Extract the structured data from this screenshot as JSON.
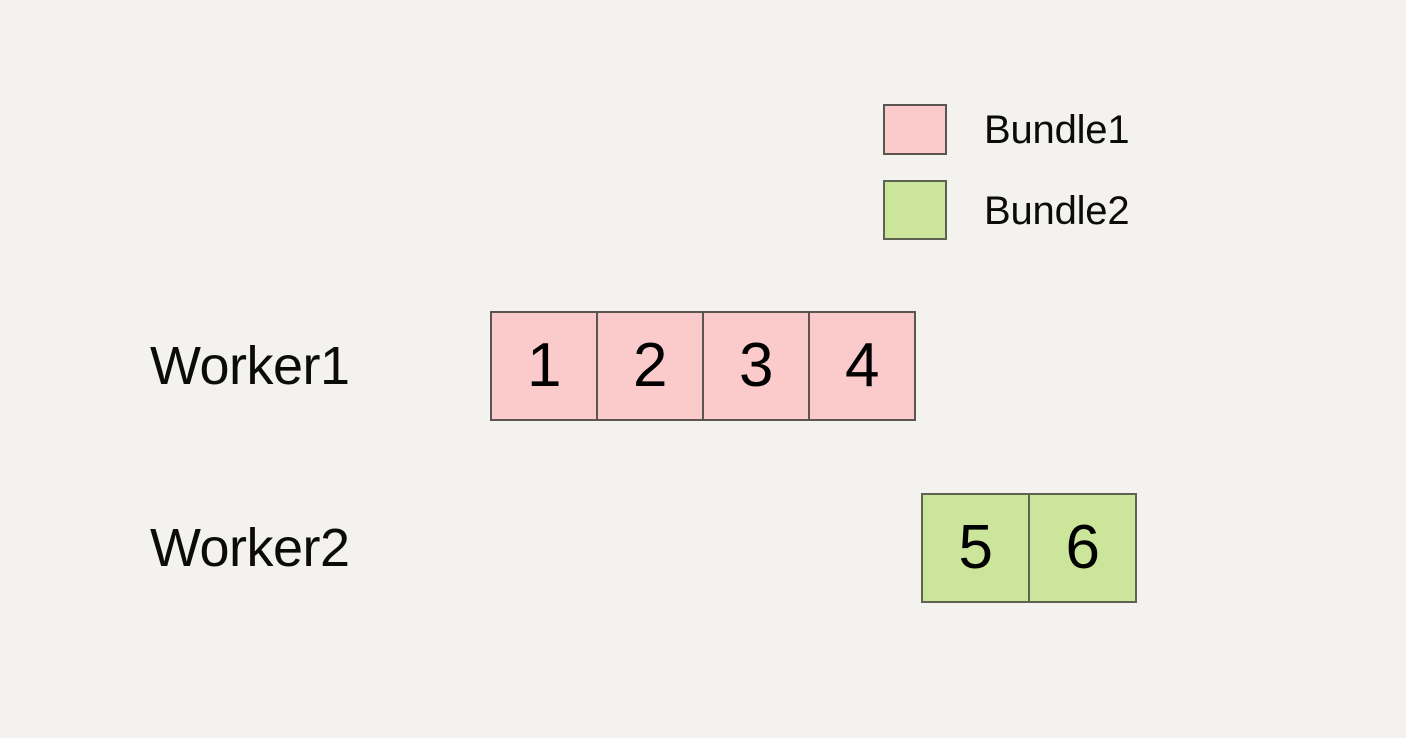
{
  "diagram": {
    "background_color": "#f4f2ef",
    "legend": {
      "items": [
        {
          "label": "Bundle1",
          "color": "#fbcbcb",
          "border_color": "#5a5550",
          "swatch_icon": "color-swatch-icon"
        },
        {
          "label": "Bundle2",
          "color": "#cbe59a",
          "border_color": "#5d6251",
          "swatch_icon": "color-swatch-icon"
        }
      ]
    },
    "rows": [
      {
        "label": "Worker1",
        "bundle": "Bundle1",
        "color": "#fbcbcb",
        "cells": [
          "1",
          "2",
          "3",
          "4"
        ]
      },
      {
        "label": "Worker2",
        "bundle": "Bundle2",
        "color": "#cbe59a",
        "cells": [
          "5",
          "6"
        ]
      }
    ]
  }
}
